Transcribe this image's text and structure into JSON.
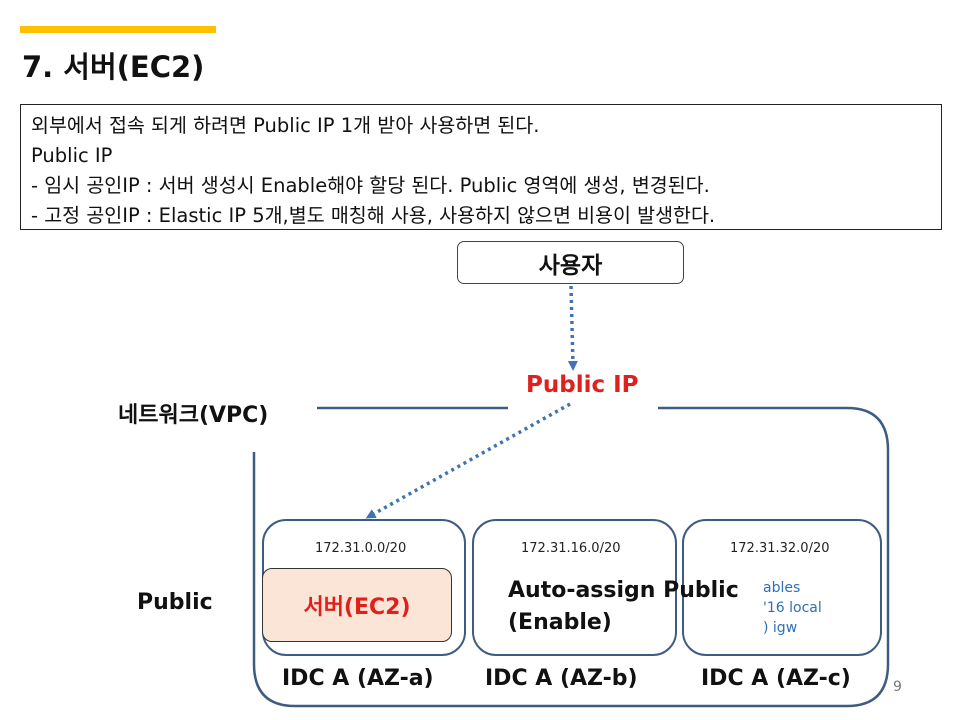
{
  "slide": {
    "title": "7. 서버(EC2)",
    "accent_color": "#ffc000",
    "page_number": "9"
  },
  "note": {
    "lines": [
      "외부에서 접속 되게 하려면 Public IP 1개 받아 사용하면 된다.",
      "Public IP",
      "- 임시 공인IP : 서버 생성시 Enable해야 할당 된다. Public 영역에 생성, 변경된다.",
      "- 고정 공인IP : Elastic IP 5개,별도 매칭해 사용, 사용하지 않으면 비용이 발생한다."
    ]
  },
  "diagram": {
    "user_label": "사용자",
    "public_ip_label": "Public IP",
    "public_ip_color": "#e0201c",
    "vpc_label": "네트워크(VPC)",
    "zone_label": "Public",
    "line_color": "#3e5c82",
    "arrow_color": "#3f73b1",
    "subnets": [
      {
        "cidr": "172.31.0.0/20",
        "az": "IDC A (AZ-a)"
      },
      {
        "cidr": "172.31.16.0/20",
        "az": "IDC A (AZ-b)"
      },
      {
        "cidr": "172.31.32.0/20",
        "az": "IDC A (AZ-c)"
      }
    ],
    "server": {
      "label": "서버(EC2)",
      "fill": "#fbe5d6",
      "text_color": "#e0201c"
    },
    "auto_assign": {
      "line1": "Auto-assign  Public",
      "line2": "(Enable)"
    },
    "route_table_fragment": {
      "lines": [
        "ables",
        "'16 local",
        ") igw"
      ]
    }
  }
}
